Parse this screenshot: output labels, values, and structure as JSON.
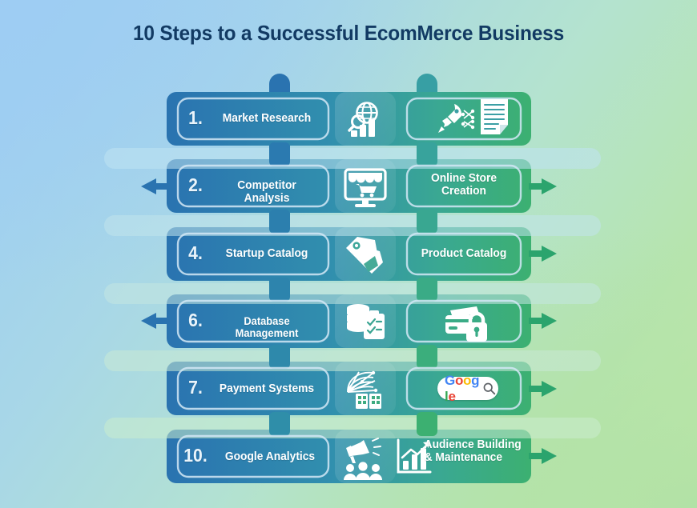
{
  "page": {
    "title": "10 Steps to a Successful EcomMerce Business",
    "background_from": "#9ccdf3",
    "background_to": "#c3e9a8"
  },
  "palette": {
    "left_block": "#2a73b0",
    "right_block_top": "#3e9fa8",
    "right_block_bottom": "#3cb071",
    "arrow_left": "#2a73b0",
    "arrow_right": "#2ba46d",
    "outline": "#cfe6f5",
    "text": "#ffffff",
    "title": "#123a63"
  },
  "rows": [
    {
      "number": "1.",
      "left_label": "Market Research",
      "center_icon": "globe-magnifier-barchart-icon",
      "right_icons": [
        "rocket-network-icon",
        "document-icon"
      ],
      "right_label": "",
      "arrow_left": false,
      "arrow_right": false
    },
    {
      "number": "2.",
      "left_label": "Competitor Analysis",
      "center_icon": "online-store-monitor-cart-icon",
      "right_icons": [],
      "right_label": "Online Store\nCreation",
      "arrow_left": true,
      "arrow_right": true
    },
    {
      "number": "4.",
      "left_label": "Startup Catalog",
      "center_icon": "price-tags-icon",
      "right_icons": [],
      "right_label": "Product Catalog",
      "arrow_left": false,
      "arrow_right": true
    },
    {
      "number": "6.",
      "left_label": "Database Management",
      "center_icon": "database-checklist-icon",
      "right_icons": [
        "credit-card-lock-icon"
      ],
      "right_label": "",
      "arrow_left": true,
      "arrow_right": true
    },
    {
      "number": "7.",
      "left_label": "Payment Systems",
      "center_icon": "web-network-buildings-icon",
      "right_icons": [
        "google-search-bar-icon"
      ],
      "right_label": "",
      "arrow_left": false,
      "arrow_right": true
    },
    {
      "number": "10.",
      "left_label": "Google Analytics",
      "center_icon": "megaphone-audience-icon",
      "right_icons": [
        "growth-chart-icon"
      ],
      "right_label": "Audience Building\n& Maintenance",
      "arrow_left": false,
      "arrow_right": true
    }
  ],
  "google_badge": {
    "letters": [
      {
        "ch": "G",
        "color": "#4285F4"
      },
      {
        "ch": "o",
        "color": "#EA4335"
      },
      {
        "ch": "o",
        "color": "#FBBC05"
      },
      {
        "ch": "g",
        "color": "#4285F4"
      },
      {
        "ch": "l",
        "color": "#34A853"
      },
      {
        "ch": "e",
        "color": "#EA4335"
      }
    ],
    "search_icon": "search-icon"
  }
}
